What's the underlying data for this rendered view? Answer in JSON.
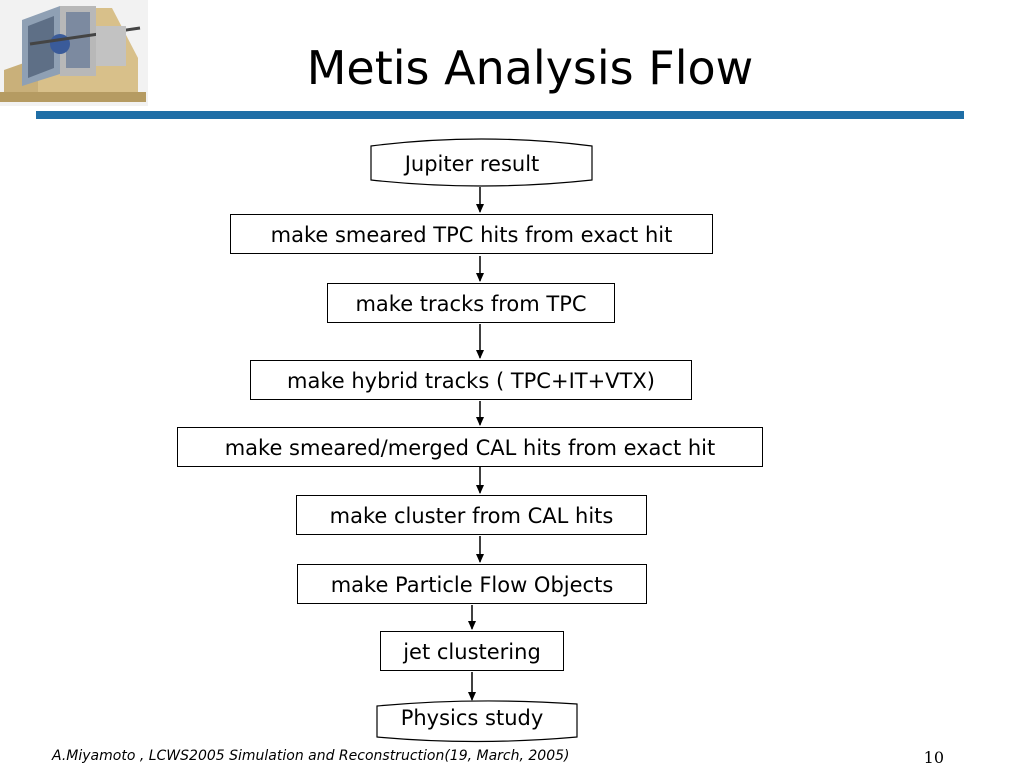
{
  "slide": {
    "title": "Metis Analysis Flow",
    "footer": "A.Miyamoto , LCWS2005 Simulation and Reconstruction(19, March, 2005)",
    "page_number": "10",
    "accent_color": "#1f6ea6"
  },
  "logo": {
    "icon": "detector-icon"
  },
  "flow": {
    "start": "Jupiter result",
    "steps": [
      "make smeared TPC hits from exact hit",
      "make tracks from TPC",
      "make hybrid tracks ( TPC+IT+VTX)",
      "make smeared/merged CAL hits from exact hit",
      "make cluster from CAL hits",
      "make Particle Flow Objects",
      "jet clustering"
    ],
    "end": "Physics study"
  }
}
